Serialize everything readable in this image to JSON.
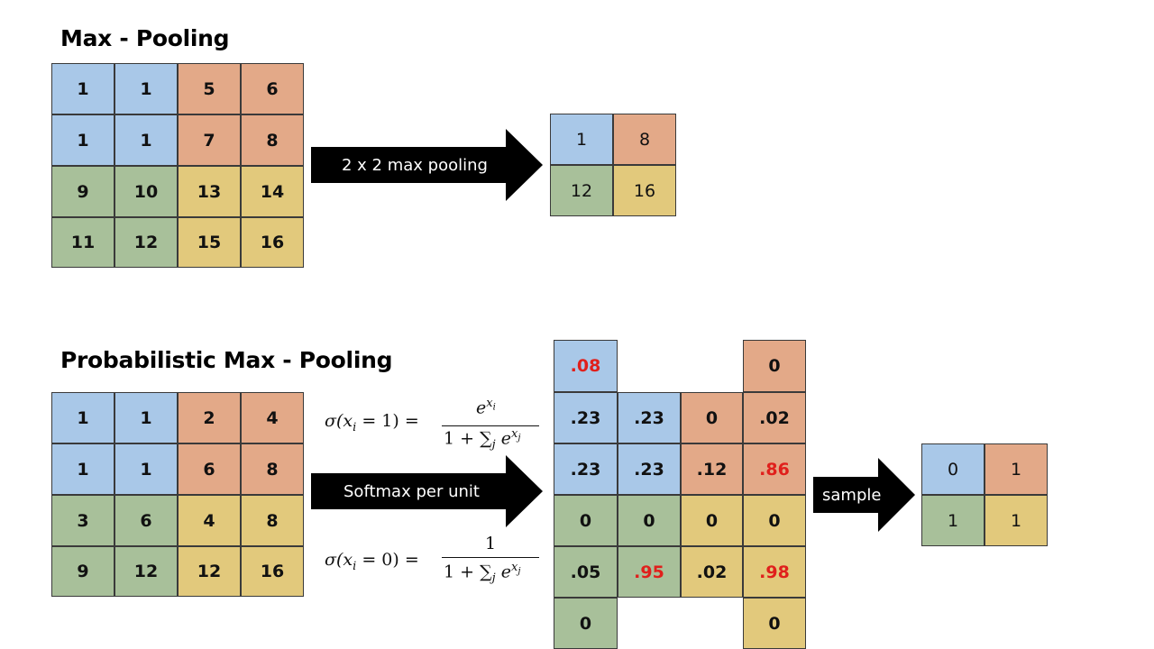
{
  "titles": {
    "max_pooling": "Max - Pooling",
    "prob_max_pooling": "Probabilistic Max - Pooling"
  },
  "arrows": {
    "max_pool": "2 x 2 max pooling",
    "softmax": "Softmax per unit",
    "sample": "sample"
  },
  "formulas": {
    "f1": {
      "lhs": "σ(x",
      "lhs_sub": "i",
      "lhs_rest": " = 1) =",
      "num": "e",
      "num_sup": "x",
      "num_sup_sub": "i",
      "den": "1 + ∑",
      "den_sub": "j",
      "den_rest": " e",
      "den_sup": "x",
      "den_sup_sub": "j"
    },
    "f2": {
      "lhs": "σ(x",
      "lhs_sub": "i",
      "lhs_rest": " = 0) =",
      "num": "1",
      "den": "1 + ∑",
      "den_sub": "j",
      "den_rest": " e",
      "den_sup": "x",
      "den_sup_sub": "j"
    }
  },
  "grids": {
    "max_input": [
      [
        "1",
        "1",
        "5",
        "6"
      ],
      [
        "1",
        "1",
        "7",
        "8"
      ],
      [
        "9",
        "10",
        "13",
        "14"
      ],
      [
        "11",
        "12",
        "15",
        "16"
      ]
    ],
    "max_output": [
      [
        "1",
        "8"
      ],
      [
        "12",
        "16"
      ]
    ],
    "prob_input": [
      [
        "1",
        "1",
        "2",
        "4"
      ],
      [
        "1",
        "1",
        "6",
        "8"
      ],
      [
        "3",
        "6",
        "4",
        "8"
      ],
      [
        "9",
        "12",
        "12",
        "16"
      ]
    ],
    "prob_top": {
      "blue": ".08",
      "orange": "0"
    },
    "prob_mid": [
      [
        ".23",
        ".23",
        "0",
        ".02"
      ],
      [
        ".23",
        ".23",
        ".12",
        ".86"
      ],
      [
        "0",
        "0",
        "0",
        "0"
      ],
      [
        ".05",
        ".95",
        ".02",
        ".98"
      ]
    ],
    "prob_bottom": {
      "green": "0",
      "yellow": "0"
    },
    "sample_output": [
      [
        "0",
        "1"
      ],
      [
        "1",
        "1"
      ]
    ]
  },
  "colors": {
    "blue": "#a9c8e8",
    "orange": "#e3a988",
    "green": "#a8c09a",
    "yellow": "#e2c97c",
    "highlight": "#e0201c"
  }
}
